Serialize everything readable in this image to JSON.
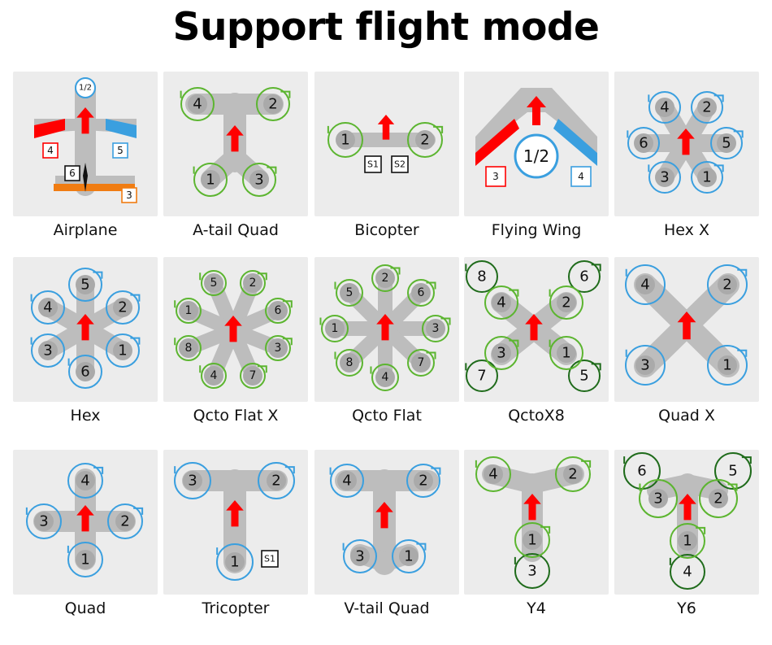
{
  "title": "Support flight mode",
  "colors": {
    "panel": "#ececec",
    "frame": "#bdbdbd",
    "arm": "#aaaaaa",
    "blue": "#3a9fdf",
    "green": "#5cb530",
    "dark_green": "#1f6b1b",
    "arrow": "#ff0000",
    "orange": "#f07c12"
  },
  "icon_name": "direction-arrow-icon",
  "modes": [
    {
      "name": "Airplane",
      "items": [
        {
          "text": "1/2"
        },
        {
          "text": "4"
        },
        {
          "text": "5"
        },
        {
          "text": "6"
        },
        {
          "text": "3"
        }
      ]
    },
    {
      "name": "A-tail Quad",
      "items": [
        {
          "text": "4"
        },
        {
          "text": "2"
        },
        {
          "text": "1"
        },
        {
          "text": "3"
        }
      ]
    },
    {
      "name": "Bicopter",
      "items": [
        {
          "text": "1"
        },
        {
          "text": "2"
        },
        {
          "text": "S1"
        },
        {
          "text": "S2"
        }
      ]
    },
    {
      "name": "Flying Wing",
      "items": [
        {
          "text": "1/2"
        },
        {
          "text": "3"
        },
        {
          "text": "4"
        }
      ]
    },
    {
      "name": "Hex X",
      "items": [
        {
          "text": "4"
        },
        {
          "text": "2"
        },
        {
          "text": "6"
        },
        {
          "text": "5"
        },
        {
          "text": "3"
        },
        {
          "text": "1"
        }
      ]
    },
    {
      "name": "Hex",
      "items": [
        {
          "text": "5"
        },
        {
          "text": "4"
        },
        {
          "text": "2"
        },
        {
          "text": "3"
        },
        {
          "text": "1"
        },
        {
          "text": "6"
        }
      ]
    },
    {
      "name": "Qcto Flat X",
      "items": [
        {
          "text": "5"
        },
        {
          "text": "2"
        },
        {
          "text": "1"
        },
        {
          "text": "6"
        },
        {
          "text": "8"
        },
        {
          "text": "3"
        },
        {
          "text": "4"
        },
        {
          "text": "7"
        }
      ]
    },
    {
      "name": "Qcto Flat",
      "items": [
        {
          "text": "2"
        },
        {
          "text": "5"
        },
        {
          "text": "6"
        },
        {
          "text": "1"
        },
        {
          "text": "3"
        },
        {
          "text": "8"
        },
        {
          "text": "7"
        },
        {
          "text": "4"
        }
      ]
    },
    {
      "name": "QctoX8",
      "items": [
        {
          "text": "8"
        },
        {
          "text": "4"
        },
        {
          "text": "6"
        },
        {
          "text": "2"
        },
        {
          "text": "3"
        },
        {
          "text": "7"
        },
        {
          "text": "1"
        },
        {
          "text": "5"
        }
      ]
    },
    {
      "name": "Quad X",
      "items": [
        {
          "text": "4"
        },
        {
          "text": "2"
        },
        {
          "text": "3"
        },
        {
          "text": "1"
        }
      ]
    },
    {
      "name": "Quad",
      "items": [
        {
          "text": "4"
        },
        {
          "text": "3"
        },
        {
          "text": "2"
        },
        {
          "text": "1"
        }
      ]
    },
    {
      "name": "Tricopter",
      "items": [
        {
          "text": "3"
        },
        {
          "text": "2"
        },
        {
          "text": "1"
        },
        {
          "text": "S1"
        }
      ]
    },
    {
      "name": "V-tail Quad",
      "items": [
        {
          "text": "4"
        },
        {
          "text": "2"
        },
        {
          "text": "3"
        },
        {
          "text": "1"
        }
      ]
    },
    {
      "name": "Y4",
      "items": [
        {
          "text": "4"
        },
        {
          "text": "2"
        },
        {
          "text": "1"
        },
        {
          "text": "3"
        }
      ]
    },
    {
      "name": "Y6",
      "items": [
        {
          "text": "6"
        },
        {
          "text": "5"
        },
        {
          "text": "3"
        },
        {
          "text": "2"
        },
        {
          "text": "1"
        },
        {
          "text": "4"
        }
      ]
    }
  ]
}
